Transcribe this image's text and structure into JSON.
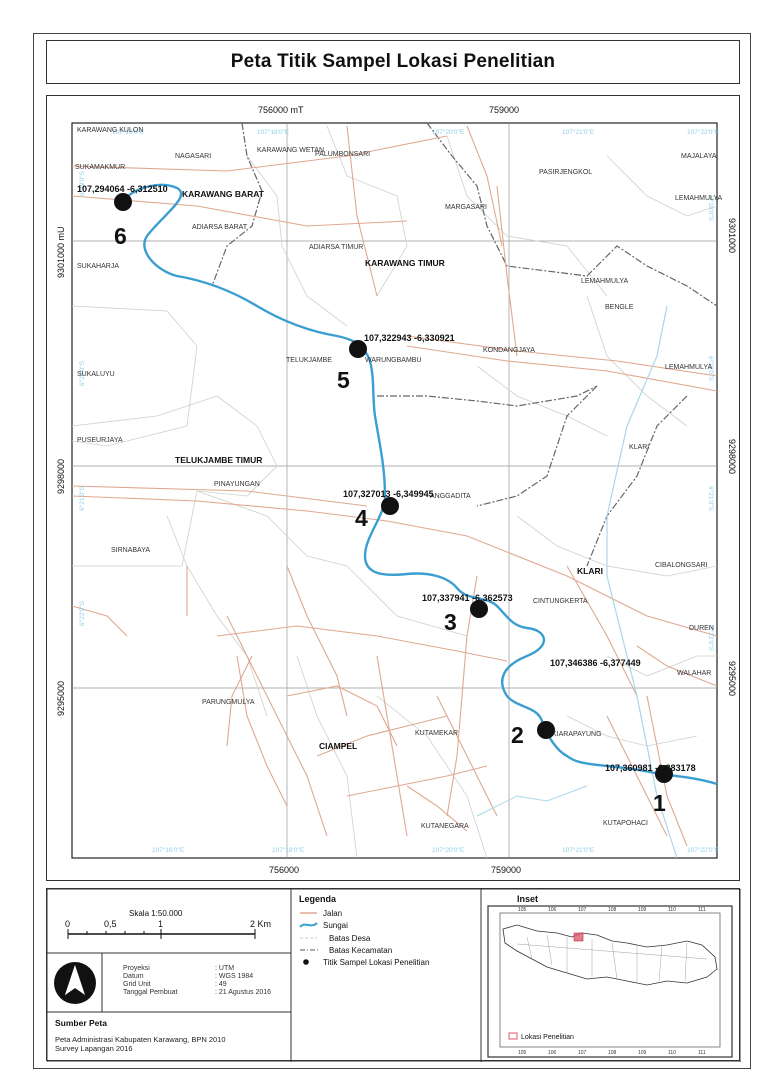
{
  "title": "Peta Titik Sampel Lokasi Penelitian",
  "grid": {
    "top": [
      "756000 mT",
      "759000"
    ],
    "bottom": [
      "756000",
      "759000"
    ],
    "left": [
      "9301000 mU",
      "9298000",
      "9295000"
    ],
    "right": [
      "9301000",
      "9298000",
      "9295000"
    ]
  },
  "graticule": [
    "107°16'0\"E",
    "107°18'0\"E",
    "107°20'0\"E",
    "107°21'0\"E",
    "107°22'0\"E",
    "6°19'0\"S",
    "6°20'0\"S",
    "6°21'0\"S",
    "6°22'0\"S"
  ],
  "districts": [
    "KARAWANG BARAT",
    "KARAWANG TIMUR",
    "TELUKJAMBE TIMUR",
    "KLARI",
    "CIAMPEL"
  ],
  "villages": [
    "KARAWANG KULON",
    "NAGASARI",
    "KARAWANG WETAN",
    "PALUMBONSARI",
    "PASIRJENGKOL",
    "MAJALAYA",
    "SUKAMAKMUR",
    "MARGASARI",
    "LEMAHMULYA",
    "ADIARSA BARAT",
    "ADIARSA TIMUR",
    "SUKAHARJA",
    "LEMAHMULYA",
    "BENGLE",
    "KONDANGJAYA",
    "TELUKJAMBE",
    "WARUNGBAMBU",
    "SUKALUYU",
    "LEMAHMULYA",
    "PUSEURJAYA",
    "KLARI",
    "PINAYUNGAN",
    "ANGGADITA",
    "SIRNABAYA",
    "CIBALONGSARI",
    "CINTUNGKERTA",
    "DUREN",
    "WALAHAR",
    "PARUNGMULYA",
    "KUTAMEKAR",
    "KIARAPAYUNG",
    "KUTANEGARA",
    "KUTAPOHACI"
  ],
  "samples": [
    {
      "id": "1",
      "coord": "107,360981 -6,383178"
    },
    {
      "id": "2",
      "coord": "107,346386 -6,377449"
    },
    {
      "id": "3",
      "coord": "107,337941 -6,362573"
    },
    {
      "id": "4",
      "coord": "107,327013 -6,349945"
    },
    {
      "id": "5",
      "coord": "107,322943 -6,330921"
    },
    {
      "id": "6",
      "coord": "107,294064 -6,312510"
    }
  ],
  "scale": {
    "label": "Skala 1:50.000",
    "ticks": [
      "0",
      "0,5",
      "1",
      "2 Km"
    ]
  },
  "projection": {
    "rows": [
      {
        "key": "Proyeksi",
        "value": ": UTM"
      },
      {
        "key": "Datum",
        "value": ": WGS 1984"
      },
      {
        "key": "Grid Unit",
        "value": ": 49"
      },
      {
        "key": "Tanggal Pembuat",
        "value": ": 21 Agustus 2016"
      }
    ]
  },
  "source": {
    "title": "Sumber Peta",
    "lines": [
      "Peta Administrasi Kabupaten Karawang, BPN 2010",
      "Survey Lapangan 2016"
    ]
  },
  "legend": {
    "title": "Legenda",
    "items": [
      "Jalan",
      "Sungai",
      "Batas Desa",
      "Batas Kecamatan",
      "Titik Sampel Lokasi Penelitian"
    ]
  },
  "inset": {
    "title": "Inset",
    "ticks_top": [
      "105",
      "106",
      "107",
      "108",
      "109",
      "110",
      "111"
    ],
    "ticks_bottom": [
      "105",
      "106",
      "107",
      "108",
      "109",
      "110",
      "111"
    ],
    "legend_label": "Lokasi Penelitian"
  },
  "colors": {
    "road": "#e0a890",
    "river": "#3a9fd0",
    "kecamatan": "#555555",
    "desa": "#c8c8c8",
    "point": "#111111",
    "study_area": "#e05a6a"
  }
}
